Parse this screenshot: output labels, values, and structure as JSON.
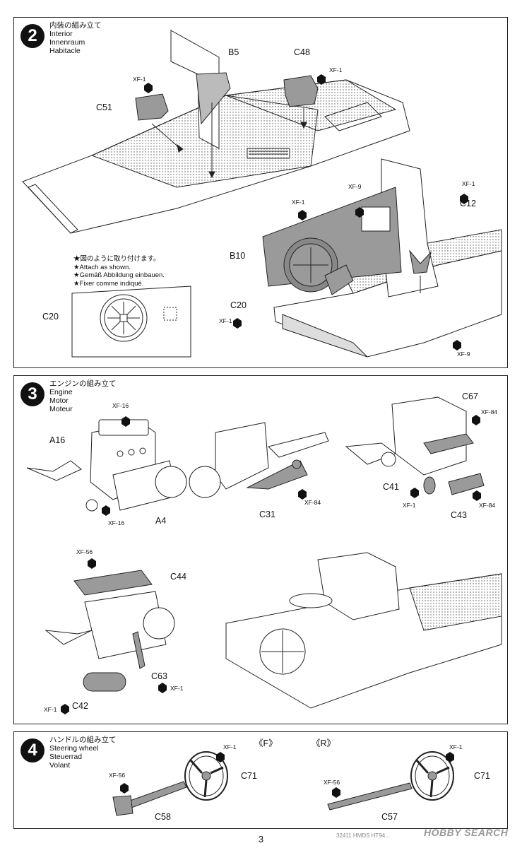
{
  "steps": [
    {
      "number": "2",
      "titles": [
        "内装の組み立て",
        "Interior",
        "Innenraum",
        "Habitacle"
      ],
      "labels": {
        "b5": "B5",
        "c48": "C48",
        "c51": "C51",
        "b10": "B10",
        "c12": "C12",
        "c20a": "C20",
        "c20b": "C20"
      },
      "paints": {
        "xf1a": "XF-1",
        "xf1b": "XF-1",
        "xf1c": "XF-1",
        "xf9a": "XF-9",
        "xf1d": "XF-1",
        "xf1e": "XF-1",
        "xf9b": "XF-9"
      },
      "note": [
        "★図のように取り付けます。",
        "★Attach as shown.",
        "★Gemäß Abbildung einbauen.",
        "★Fixer comme indiqué."
      ]
    },
    {
      "number": "3",
      "titles": [
        "エンジンの組み立て",
        "Engine",
        "Motor",
        "Moteur"
      ],
      "labels": {
        "a16": "A16",
        "a4": "A4",
        "c31": "C31",
        "c67": "C67",
        "c41": "C41",
        "c43": "C43",
        "c44": "C44",
        "c63": "C63",
        "c42": "C42"
      },
      "paints": {
        "xf16a": "XF-16",
        "xf16b": "XF-16",
        "xf84a": "XF-84",
        "xf84b": "XF-84",
        "xf1a": "XF-1",
        "xf84c": "XF-84",
        "xf56": "XF-56",
        "xf1b": "XF-1",
        "xf1c": "XF-1"
      }
    },
    {
      "number": "4",
      "titles": [
        "ハンドルの組み立て",
        "Steering wheel",
        "Steuerrad",
        "Volant"
      ],
      "variants": {
        "f": "《F》",
        "r": "《R》"
      },
      "labels": {
        "c71a": "C71",
        "c58": "C58",
        "c71b": "C71",
        "c57": "C57"
      },
      "paints": {
        "xf1a": "XF-1",
        "xf56a": "XF-56",
        "xf1b": "XF-1",
        "xf56b": "XF-56"
      }
    }
  ],
  "page_number": "3",
  "footer": {
    "code": "32411 HMDS HT94...",
    "logo": "HOBBY SEARCH"
  },
  "colors": {
    "part_gray": "#9a9a9a",
    "line": "#222222",
    "paint_marker": "#111111"
  }
}
